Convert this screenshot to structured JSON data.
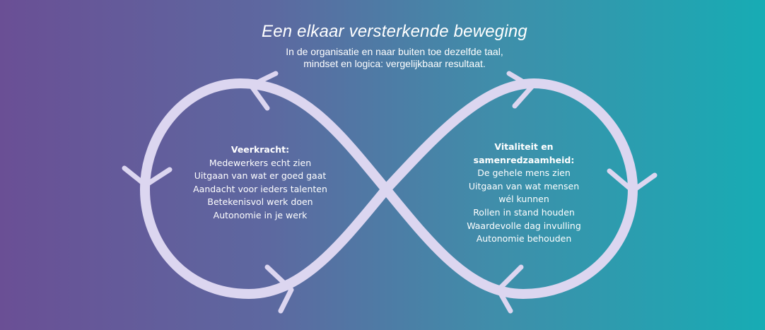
{
  "title": "Een elkaar versterkende beweging",
  "subtitle": {
    "line1": "In de organisatie en naar buiten toe dezelfde taal,",
    "line2": "mindset en logica: vergelijkbaar resultaat."
  },
  "left": {
    "heading": "Veerkracht:",
    "items": [
      "Medewerkers echt zien",
      "Uitgaan van wat er goed gaat",
      "Aandacht voor ieders talenten",
      "Betekenisvol werk doen",
      "Autonomie in je werk"
    ]
  },
  "right": {
    "heading_line1": "Vitaliteit en",
    "heading_line2": "samenredzaamheid:",
    "items": [
      "De gehele mens zien",
      "Uitgaan van wat mensen",
      "wél kunnen",
      "Rollen in stand houden",
      "Waardevolle dag invulling",
      "Autonomie behouden"
    ]
  },
  "colors": {
    "loop": "#dcd6f0",
    "text": "#ffffff"
  },
  "icons": {
    "loop": "infinity-loop",
    "arrows": "chevron-arrow"
  }
}
